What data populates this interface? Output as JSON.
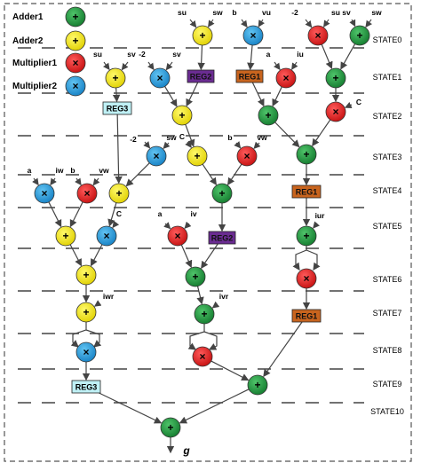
{
  "legend": [
    {
      "label": "Adder1",
      "symbol": "+",
      "color": "#1e8f3a"
    },
    {
      "label": "Adder2",
      "symbol": "+",
      "color": "#f2e81c"
    },
    {
      "label": "Multiplier1",
      "symbol": "×",
      "color": "#e41b1b"
    },
    {
      "label": "Multiplier2",
      "symbol": "×",
      "color": "#1e9be0"
    }
  ],
  "states": [
    "STATE0",
    "STATE1",
    "STATE2",
    "STATE3",
    "STATE4",
    "STATE5",
    "STATE6",
    "STATE7",
    "STATE8",
    "STATE9",
    "STATE10"
  ],
  "inputs": {
    "s0_su": "su",
    "s0_sw": "sw",
    "s0_b": "b",
    "s0_vu": "vu",
    "s0_n2": "-2",
    "s0_su2": "su",
    "s0_sv": "sv",
    "s0_sw2": "sw",
    "s1_su": "su",
    "s1_sv": "sv",
    "s1_n2": "-2",
    "s1_sv2": "sv",
    "s1_a": "a",
    "s1_iu": "iu",
    "s2_c": "C",
    "s3_n2": "-2",
    "s3_sw": "sw",
    "s3_c": "C",
    "s3_b": "b",
    "s3_vw": "vw",
    "s4_a": "a",
    "s4_iw": "iw",
    "s4_b": "b",
    "s4_vw": "vw",
    "s5_c": "C",
    "s5_a": "a",
    "s5_iv": "iv",
    "s5_iur": "iur",
    "s7_iwr": "iwr",
    "s7_ivr": "ivr"
  },
  "registers": {
    "reg2_top": "REG2",
    "reg1_top": "REG1",
    "reg3_left": "REG3",
    "reg1_mid": "REG1",
    "reg2_mid": "REG2",
    "reg1_low": "REG1",
    "reg3_low": "REG3"
  },
  "output_label": "g",
  "colors": {
    "adder1": "#1e8f3a",
    "adder2": "#f2e81c",
    "mult1": "#e41b1b",
    "mult2": "#1e9be0",
    "reg_orange": "#c8641e",
    "reg_purple": "#6a2c91",
    "reg_cyan": "#bff0f5"
  }
}
